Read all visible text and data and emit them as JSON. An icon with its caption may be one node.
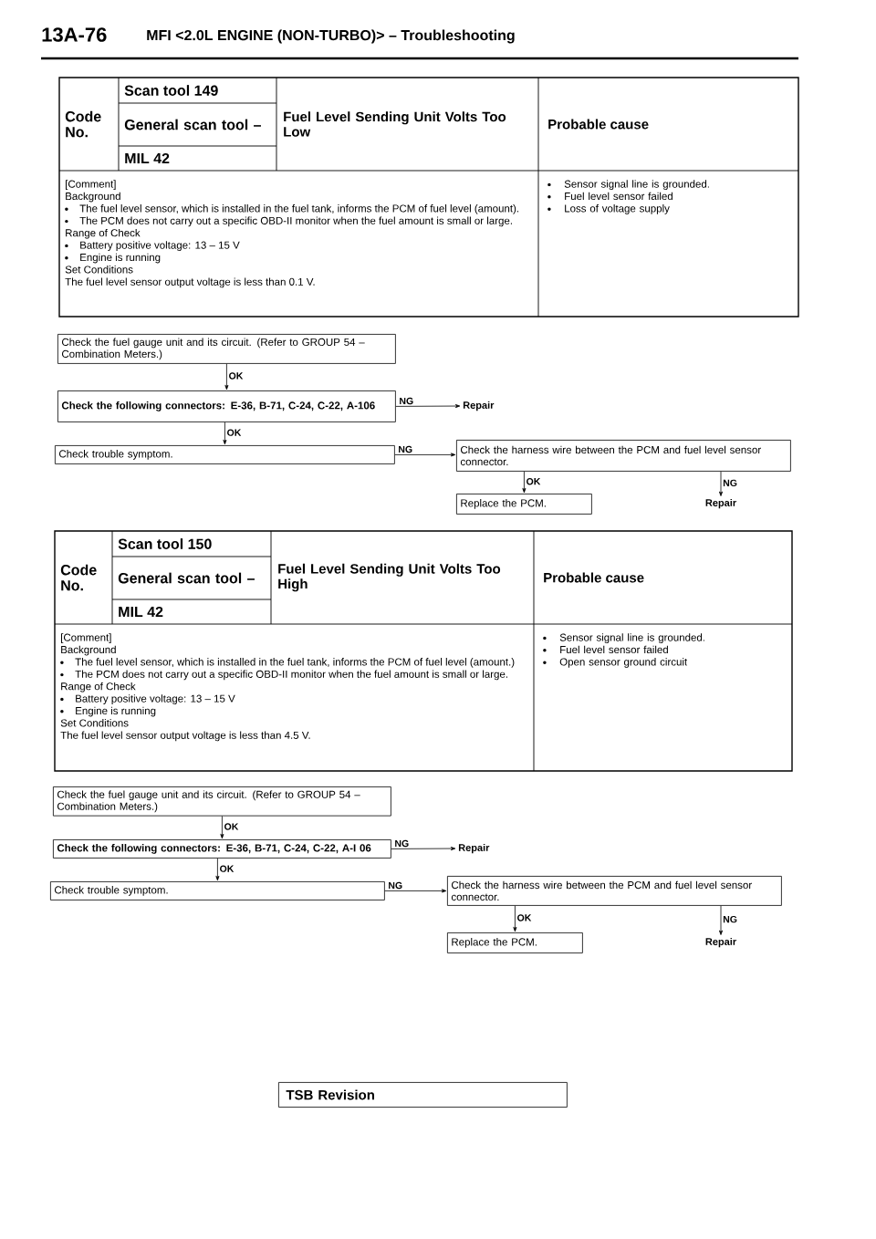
{
  "diagram": {
    "title": "MFI <2.0L ENGINE (NON-TURBO)> – Troubleshooting",
    "nodes": [
      {
        "text": [
          "Check the fuel gauge unit and its circuit. (Refer to GROUP 54 – Combination Meters.)"
        ]
      },
      {
        "text": [
          "Check the following connectors: E-36, B-71, C-24, C-22, A-106"
        ]
      },
      {
        "text": [
          "Repair"
        ]
      },
      {
        "text": [
          "Check trouble symptom."
        ]
      },
      {
        "text": [
          "Check the harness wire between the PCM and fuel level sensor connector."
        ]
      },
      {
        "text": [
          "Replace the PCM."
        ]
      },
      {
        "text": [
          "Repair"
        ]
      },
      {
        "text": [
          "Check the fuel gauge unit and its circuit. (Refer to GROUP 54 – Combination Meters.)"
        ]
      },
      {
        "text": [
          "Check the following connectors: E-36, B-71, C-24, C-22, A-I 06"
        ]
      },
      {
        "text": [
          "Repair"
        ]
      },
      {
        "text": [
          "Check trouble symptom."
        ]
      },
      {
        "text": [
          "Check the harness wire between the PCM and fuel level sensor connector."
        ]
      },
      {
        "text": [
          "Replace the PCM."
        ]
      },
      {
        "text": [
          "Repair"
        ]
      },
      {
        "text": [
          "TSB Revision"
        ]
      }
    ],
    "edges": [
      {
        "from": 0,
        "to": 1,
        "arrow": "to",
        "label": "OK"
      },
      {
        "from": 1,
        "to": 2,
        "arrow": "to",
        "label": "NG"
      },
      {
        "from": 1,
        "to": 3,
        "arrow": "to",
        "label": "OK"
      },
      {
        "from": 3,
        "to": 4,
        "arrow": "to",
        "label": "NG"
      },
      {
        "from": 4,
        "to": 5,
        "arrow": "to",
        "label": "OK"
      },
      {
        "from": 4,
        "to": 6,
        "arrow": "to",
        "label": "NG"
      },
      {
        "from": 7,
        "to": 8,
        "arrow": "to",
        "label": "OK"
      },
      {
        "from": 8,
        "to": 9,
        "arrow": "to",
        "label": "NG"
      },
      {
        "from": 8,
        "to": 10,
        "arrow": "to",
        "label": "OK"
      },
      {
        "from": 10,
        "to": 11,
        "arrow": "to",
        "label": "NG"
      },
      {
        "from": 11,
        "to": 12,
        "arrow": "to",
        "label": "OK"
      },
      {
        "from": 11,
        "to": 13,
        "arrow": "to",
        "label": "NG"
      }
    ],
    "labels": [
      "13A-76",
      "Code No.",
      "Scan tool 149",
      "General scan tool –",
      "Fuel Level Sending Unit Volts Too Low",
      "Probable cause",
      "MIL 42",
      "[Comment]",
      "Background",
      "The fuel level sensor, which is installed in the fuel tank, informs the PCM of fuel level (amount).",
      "The PCM does not carry out a specific OBD-II monitor when the fuel amount is small or large.",
      "Range of Check",
      "Battery positive voltage: 13 – 15 V",
      "Engine is running",
      "Set Conditions",
      "The fuel level sensor output voltage is less than 0.1 V.",
      "Sensor signal line is grounded.",
      "Fuel level sensor failed",
      "Loss of voltage supply",
      "Code No.",
      "Scan tool 150",
      "General scan tool –",
      "Fuel Level Sending Unit Volts Too High",
      "Probable cause",
      "MIL 42",
      "[Comment]",
      "Background",
      "The fuel level sensor, which is installed in the fuel tank, informs the PCM of fuel level (amount.)",
      "The PCM does not carry out a specific OBD-II monitor when the fuel amount is small or large.",
      "Range of Check",
      "Battery positive voltage: 13 – 15 V",
      "Engine is running",
      "Set Conditions",
      "The fuel level sensor output voltage is less than 4.5 V.",
      "Sensor signal line is grounded.",
      "Fuel level sensor failed",
      "Open sensor ground circuit"
    ]
  }
}
